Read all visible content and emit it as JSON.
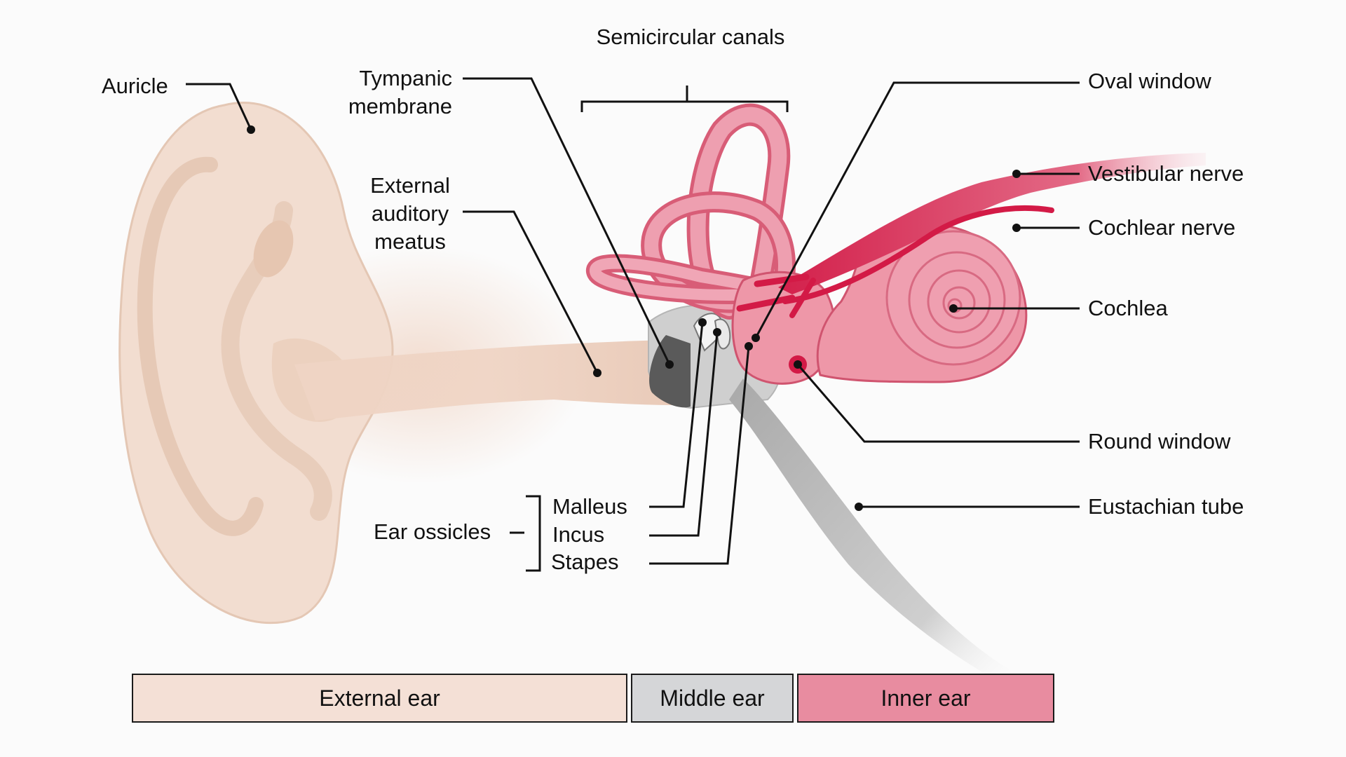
{
  "labels": {
    "semicircular_canals": "Semicircular canals",
    "auricle": "Auricle",
    "tympanic_membrane": "Tympanic\nmembrane",
    "external_auditory_meatus": "External\nauditory\nmeatus",
    "oval_window": "Oval window",
    "vestibular_nerve": "Vestibular nerve",
    "cochlear_nerve": "Cochlear nerve",
    "cochlea": "Cochlea",
    "round_window": "Round window",
    "eustachian_tube": "Eustachian tube",
    "ear_ossicles": "Ear ossicles",
    "malleus": "Malleus",
    "incus": "Incus",
    "stapes": "Stapes"
  },
  "regions": [
    {
      "label": "External ear",
      "color": "#f4e0d6"
    },
    {
      "label": "Middle ear",
      "color": "#d5d6d8"
    },
    {
      "label": "Inner ear",
      "color": "#e88ca0"
    }
  ],
  "colors": {
    "skin": "#f0d9cb",
    "skin_dark": "#e3c2ae",
    "inner_ear": "#ec94a4",
    "nerve": "#d31a46",
    "bone": "#bdbdbd",
    "leader_line": "#111111"
  }
}
